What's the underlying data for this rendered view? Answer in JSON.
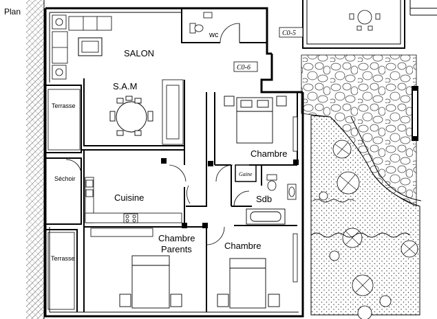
{
  "plan_label": "Plan",
  "rooms": {
    "wc": "wc",
    "salon": "SALON",
    "sam": "S.A.M",
    "terrasse_top": "Terrasse",
    "terrasse_bottom": "Terrasse",
    "sechoir": "Séchoir",
    "cuisine": "Cuisine",
    "chambre_right": "Chambre",
    "sdb": "Sdb",
    "gaine": "Gaine",
    "chambre_parents_1": "Chambre",
    "chambre_parents_2": "Parents",
    "chambre_bottom": "Chambre"
  },
  "tags": {
    "c05": "C0-5",
    "c06": "C0-6"
  },
  "colors": {
    "wall": "#000000",
    "hatch": "#555555",
    "pattern": "#333333",
    "background": "#ffffff"
  }
}
